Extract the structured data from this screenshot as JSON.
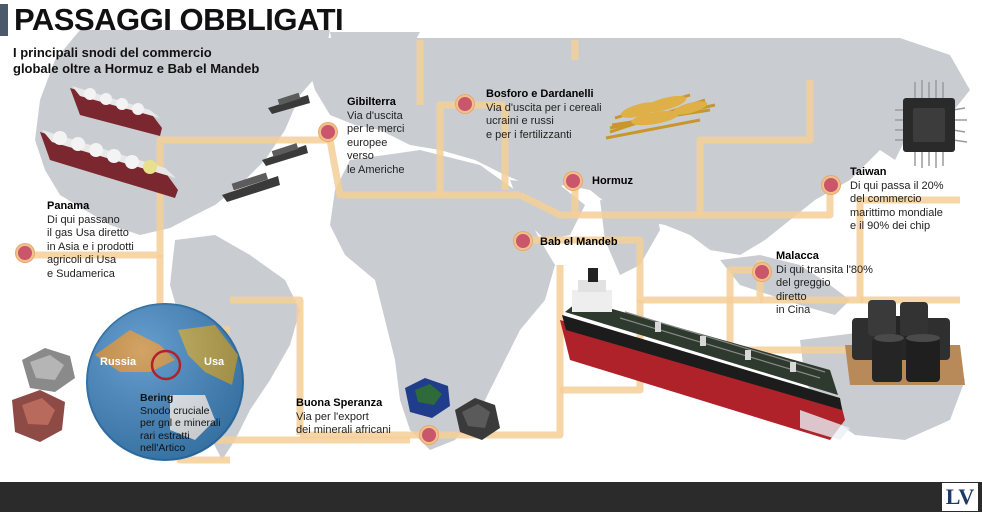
{
  "title": "PASSAGGI OBBLIGATI",
  "subtitle": [
    "I principali snodi del commercio",
    "globale oltre a Hormuz e Bab el Mandeb"
  ],
  "chokepoints": [
    {
      "id": "panama",
      "name": "Panama",
      "desc": [
        "Di qui passano",
        "il gas Usa diretto",
        "in Asia e i prodotti",
        "agricoli di Usa",
        "e Sudamerica"
      ]
    },
    {
      "id": "gibilterra",
      "name": "Gibilterra",
      "desc": [
        "Via d'uscita",
        "per le merci",
        "europee",
        "verso",
        "le Americhe"
      ]
    },
    {
      "id": "bosforo",
      "name": "Bosforo e Dardanelli",
      "desc": [
        "Via d'uscita per i cereali",
        "ucraini e russi",
        "e per i fertilizzanti"
      ]
    },
    {
      "id": "hormuz",
      "name": "Hormuz",
      "desc": []
    },
    {
      "id": "babelmandeb",
      "name": "Bab el Mandeb",
      "desc": []
    },
    {
      "id": "taiwan",
      "name": "Taiwan",
      "desc": [
        "Di qui passa il 20%",
        "del commercio",
        "marittimo mondiale",
        "e il 90% dei chip"
      ]
    },
    {
      "id": "malacca",
      "name": "Malacca",
      "desc": [
        "Di qui transita l'80%",
        "del greggio",
        "diretto",
        "in Cina"
      ]
    },
    {
      "id": "buonasperanza",
      "name": "Buona Speranza",
      "desc": [
        "Via per l'export",
        "dei minerali africani"
      ]
    },
    {
      "id": "bering",
      "name": "Bering",
      "desc": [
        "Snodo cruciale",
        "per gnl e minerali",
        "rari estratti",
        "nell'Artico"
      ]
    }
  ],
  "globe": {
    "left_label": "Russia",
    "right_label": "Usa"
  },
  "logo": "LV",
  "colors": {
    "route": "#f4cf98",
    "marker": "#c9566a",
    "land": "#c9cdd1",
    "sea": "#ffffff",
    "footer": "#2b2b2b"
  }
}
